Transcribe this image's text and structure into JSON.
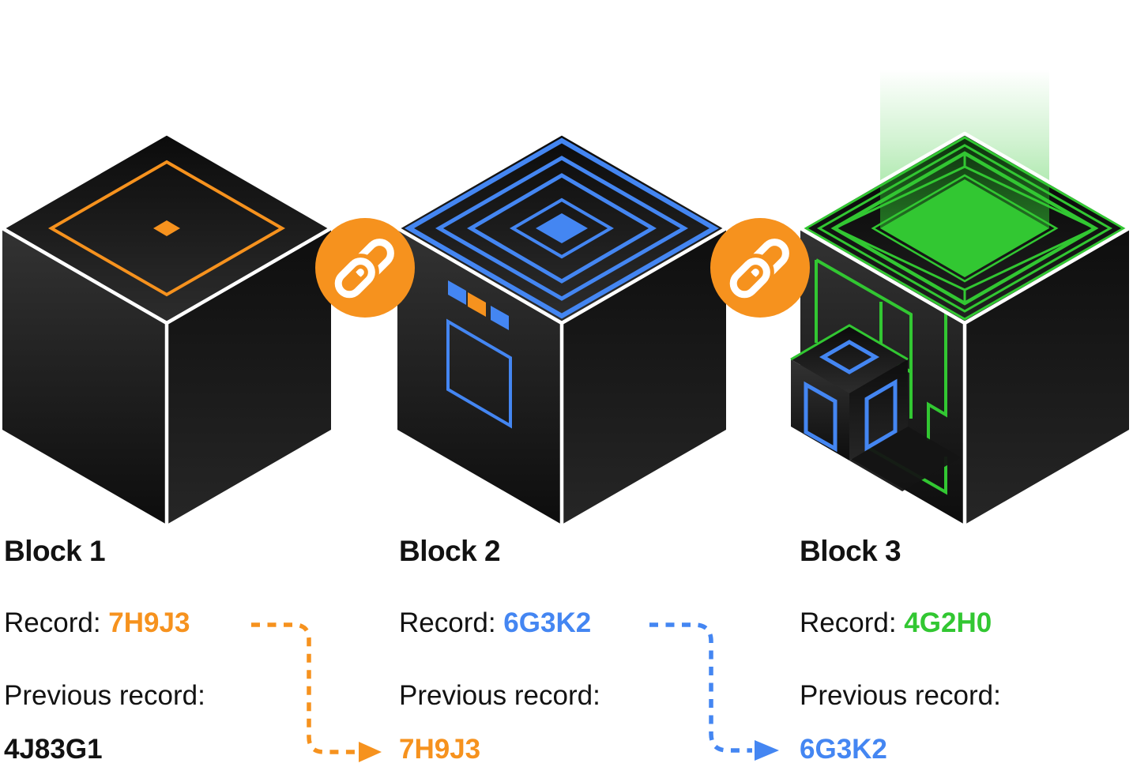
{
  "palette": {
    "orange": "#F6921E",
    "blue": "#4486F2",
    "green": "#32C732",
    "text_black": "#121212",
    "cube_dark": "#1A1A1A",
    "edge_white": "#FFFFFF",
    "background": "#FFFFFF"
  },
  "diagram": {
    "blocks": [
      {
        "title": "Block 1",
        "record_label": "Record:",
        "record_value": "7H9J3",
        "record_value_color": "#F6921E",
        "previous_label": "Previous record:",
        "previous_value": "4J83G1",
        "previous_value_color": "#121212",
        "cube_accent": "orange"
      },
      {
        "title": "Block 2",
        "record_label": "Record:",
        "record_value": "6G3K2",
        "record_value_color": "#4486F2",
        "previous_label": "Previous record:",
        "previous_value": "7H9J3",
        "previous_value_color": "#F6921E",
        "cube_accent": "blue"
      },
      {
        "title": "Block 3",
        "record_label": "Record:",
        "record_value": "4G2H0",
        "record_value_color": "#32C732",
        "previous_label": "Previous record:",
        "previous_value": "6G3K2",
        "previous_value_color": "#4486F2",
        "cube_accent": "green"
      }
    ],
    "connectors": [
      {
        "icon": "chain-link-icon",
        "between": "Block 1 and Block 2",
        "color": "#F6921E"
      },
      {
        "icon": "chain-link-icon",
        "between": "Block 2 and Block 3",
        "color": "#F6921E"
      }
    ],
    "hash_arrows": [
      {
        "from_value": "7H9J3",
        "to_value": "7H9J3",
        "color": "#F6921E",
        "style": "dashed"
      },
      {
        "from_value": "6G3K2",
        "to_value": "6G3K2",
        "color": "#4486F2",
        "style": "dashed"
      }
    ]
  }
}
